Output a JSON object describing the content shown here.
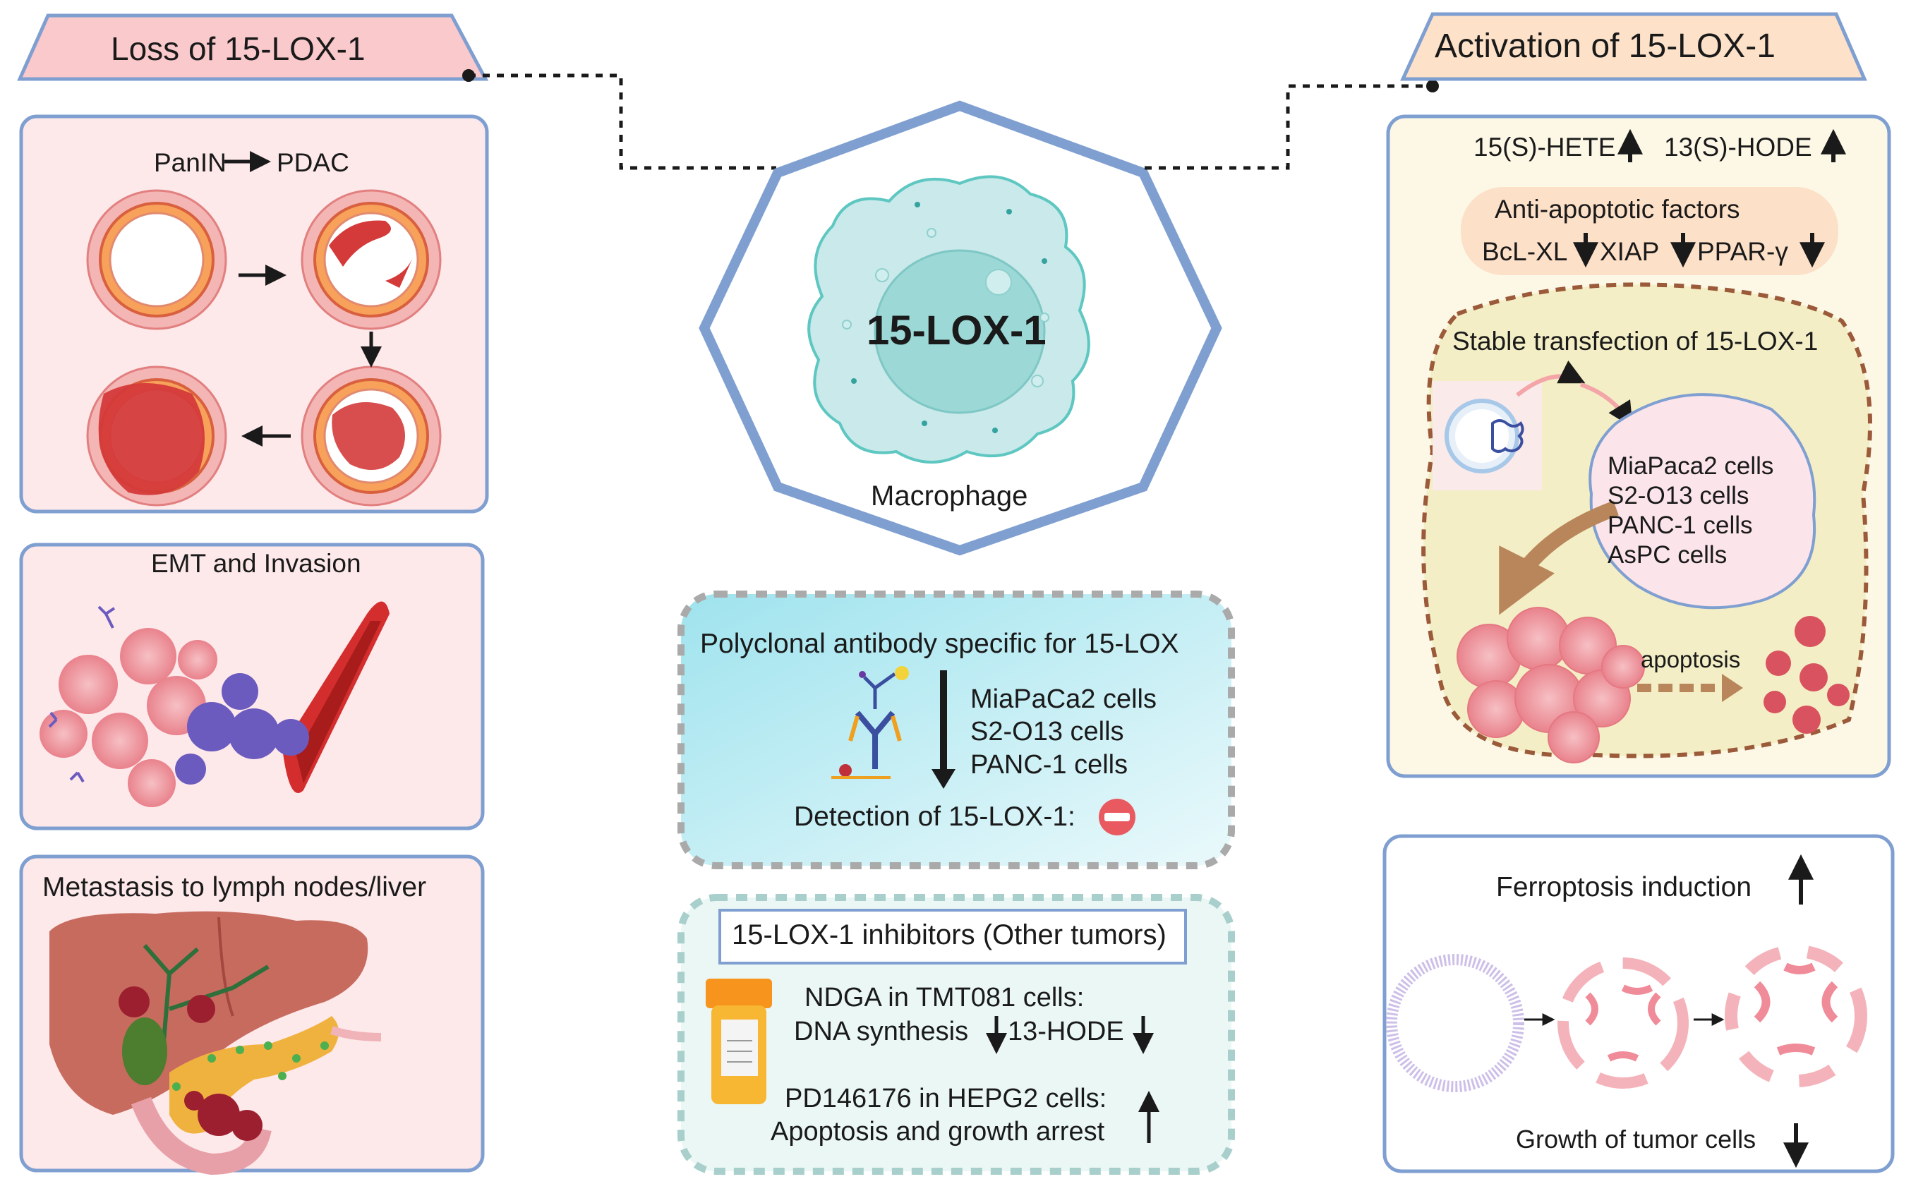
{
  "left": {
    "banner": "Loss of 15-LOX-1",
    "panin_title": "PanIN",
    "pdac_label": "PDAC",
    "emt_title": "EMT and Invasion",
    "metastasis_title": "Metastasis to lymph nodes/liver"
  },
  "center": {
    "cell_label": "15-LOX-1",
    "macrophage_label": "Macrophage",
    "antibody": {
      "title": "Polyclonal antibody specific for 15-LOX",
      "cells": [
        "MiaPaCa2 cells",
        "S2-O13 cells",
        "PANC-1 cells"
      ],
      "detection": "Detection of 15-LOX-1:"
    },
    "inhibitors": {
      "title": "15-LOX-1 inhibitors (Other tumors)",
      "ndga_line1": "NDGA in TMT081 cells:",
      "ndga_line2a": "DNA synthesis",
      "ndga_line2b": "13-HODE",
      "pd_line1": "PD146176 in HEPG2 cells:",
      "pd_line2": "Apoptosis and growth arrest"
    }
  },
  "right": {
    "banner": "Activation of 15-LOX-1",
    "hete": "15(S)-HETE",
    "hode": "13(S)-HODE",
    "anti_title": "Anti-apoptotic factors",
    "bcl": "BcL-XL",
    "xiap": "XIAP",
    "ppar": "PPAR-γ",
    "transfection": "Stable transfection of 15-LOX-1",
    "cells": [
      "MiaPaca2 cells",
      "S2-O13 cells",
      "PANC-1 cells",
      "AsPC cells"
    ],
    "apoptosis": "apoptosis",
    "ferroptosis": "Ferroptosis induction",
    "growth": "Growth of tumor cells"
  },
  "colors": {
    "accent_blue": "#7f9fd1",
    "pink_panel": "#fde8ea",
    "yellow_panel": "#fdf8e6",
    "cyan_panel": "#d4f1f6",
    "brown_dash": "#9b5a3a"
  }
}
